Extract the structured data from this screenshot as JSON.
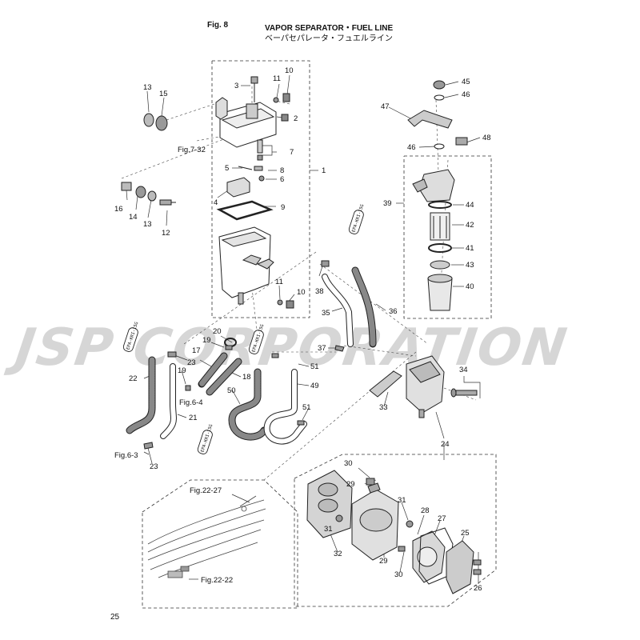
{
  "header": {
    "fig_label": "Fig. 8",
    "title": "VAPOR SEPARATOR・FUEL LINE",
    "subtitle": "ベーパセパレータ・フュエルライン"
  },
  "watermark": "JSP CORPORATION",
  "page_number": "25",
  "epa_tag": "EPA-KRI-15G",
  "callouts": [
    {
      "id": "c13a",
      "text": "13"
    },
    {
      "id": "c15",
      "text": "15"
    },
    {
      "id": "c3",
      "text": "3"
    },
    {
      "id": "c11a",
      "text": "11"
    },
    {
      "id": "c10a",
      "text": "10"
    },
    {
      "id": "c2",
      "text": "2"
    },
    {
      "id": "c7",
      "text": "7"
    },
    {
      "id": "c5",
      "text": "5"
    },
    {
      "id": "c8",
      "text": "8"
    },
    {
      "id": "c6",
      "text": "6"
    },
    {
      "id": "c1",
      "text": "1"
    },
    {
      "id": "c4",
      "text": "4"
    },
    {
      "id": "c9",
      "text": "9"
    },
    {
      "id": "c16",
      "text": "16"
    },
    {
      "id": "c14",
      "text": "14"
    },
    {
      "id": "c13b",
      "text": "13"
    },
    {
      "id": "c12",
      "text": "12"
    },
    {
      "id": "c11b",
      "text": "11"
    },
    {
      "id": "c10b",
      "text": "10"
    },
    {
      "id": "c45",
      "text": "45"
    },
    {
      "id": "c46a",
      "text": "46"
    },
    {
      "id": "c47",
      "text": "47"
    },
    {
      "id": "c48",
      "text": "48"
    },
    {
      "id": "c46b",
      "text": "46"
    },
    {
      "id": "c39",
      "text": "39"
    },
    {
      "id": "c44",
      "text": "44"
    },
    {
      "id": "c42",
      "text": "42"
    },
    {
      "id": "c41",
      "text": "41"
    },
    {
      "id": "c43",
      "text": "43"
    },
    {
      "id": "c40",
      "text": "40"
    },
    {
      "id": "c38",
      "text": "38"
    },
    {
      "id": "c35",
      "text": "35"
    },
    {
      "id": "c36",
      "text": "36"
    },
    {
      "id": "c37",
      "text": "37"
    },
    {
      "id": "c20",
      "text": "20"
    },
    {
      "id": "c19a",
      "text": "19"
    },
    {
      "id": "c17",
      "text": "17"
    },
    {
      "id": "c23a",
      "text": "23"
    },
    {
      "id": "c22",
      "text": "22"
    },
    {
      "id": "c19b",
      "text": "19"
    },
    {
      "id": "c18",
      "text": "18"
    },
    {
      "id": "c51a",
      "text": "51"
    },
    {
      "id": "c49",
      "text": "49"
    },
    {
      "id": "c50",
      "text": "50"
    },
    {
      "id": "c51b",
      "text": "51"
    },
    {
      "id": "c21",
      "text": "21"
    },
    {
      "id": "c23b",
      "text": "23"
    },
    {
      "id": "c33",
      "text": "33"
    },
    {
      "id": "c34",
      "text": "34"
    },
    {
      "id": "c24",
      "text": "24"
    },
    {
      "id": "c30a",
      "text": "30"
    },
    {
      "id": "c29a",
      "text": "29"
    },
    {
      "id": "c31a",
      "text": "31"
    },
    {
      "id": "c28",
      "text": "28"
    },
    {
      "id": "c27",
      "text": "27"
    },
    {
      "id": "c31b",
      "text": "31"
    },
    {
      "id": "c32",
      "text": "32"
    },
    {
      "id": "c29b",
      "text": "29"
    },
    {
      "id": "c30b",
      "text": "30"
    },
    {
      "id": "c25",
      "text": "25"
    },
    {
      "id": "c26",
      "text": "26"
    }
  ],
  "fig_refs": [
    {
      "id": "r732",
      "text": "Fig.7-32"
    },
    {
      "id": "r64",
      "text": "Fig.6-4"
    },
    {
      "id": "r63",
      "text": "Fig.6-3"
    },
    {
      "id": "r2227",
      "text": "Fig.22-27"
    },
    {
      "id": "r2222",
      "text": "Fig.22-22"
    }
  ]
}
